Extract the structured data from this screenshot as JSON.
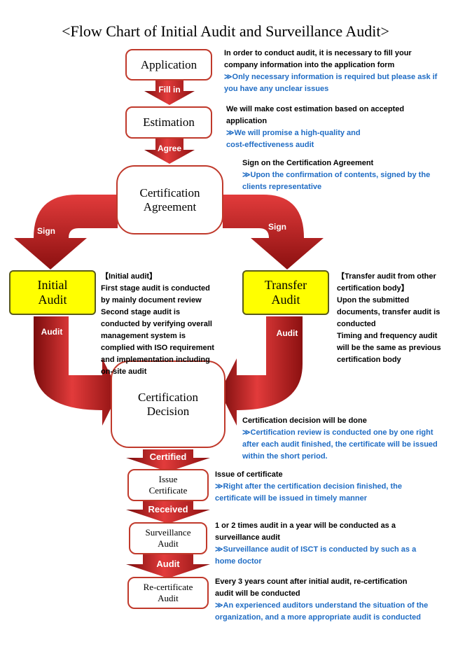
{
  "title": "<Flow Chart of Initial Audit and Surveillance Audit>",
  "boxes": {
    "application": "Application",
    "estimation": "Estimation",
    "agreement": "Certification\nAgreement",
    "initial": "Initial\nAudit",
    "transfer": "Transfer\nAudit",
    "decision": "Certification\nDecision",
    "issue": "Issue\nCertificate",
    "surveillance": "Surveillance\nAudit",
    "recert": "Re-certificate\nAudit"
  },
  "arrows": {
    "fill_in": "Fill in",
    "agree": "Agree",
    "sign_left": "Sign",
    "sign_right": "Sign",
    "audit_left": "Audit",
    "audit_right": "Audit",
    "certified": "Certified",
    "received": "Received",
    "audit_bottom": "Audit"
  },
  "notes": {
    "application": {
      "main": "In order to conduct audit, it is necessary to fill your\n  company information into the application form",
      "sub": "≫Only necessary information is required but please ask if you have any unclear issues"
    },
    "estimation": {
      "main": "We will make cost estimation based on accepted application",
      "sub": "≫We will promise a high-quality and\ncost-effectiveness audit"
    },
    "agreement": {
      "main": "Sign on the Certification Agreement",
      "sub": "≫Upon the confirmation of contents, signed by the clients representative"
    },
    "initial": {
      "main": "【Initial audit】\nFirst stage audit is conducted by mainly document review\nSecond stage audit is conducted by verifying overall management system is complied with ISO requirement and implementation including on-site audit"
    },
    "transfer": {
      "main": "【Transfer audit from other certification body】\nUpon the submitted documents, transfer audit is conducted\nTiming and frequency audit will be the same as previous certification body"
    },
    "decision": {
      "main": "Certification decision will be done",
      "sub": "≫Certification review is conducted one by one right after each audit finished, the certificate will be issued within the short period."
    },
    "issue": {
      "main": "Issue of certificate",
      "sub": "≫Right after the certification decision finished, the certificate will be issued in timely manner"
    },
    "surveillance": {
      "main": "1 or 2 times audit in a year will be conducted as a surveillance audit",
      "sub": "≫Surveillance audit of ISCT is conducted by such as a home doctor"
    },
    "recert": {
      "main": "Every 3 years count after initial audit, re-certification\n  audit will be conducted",
      "sub": "≫An experienced auditors understand the situation of the organization, and a more appropriate audit is conducted"
    }
  },
  "colors": {
    "arrow_red": "#c41a1a",
    "box_border": "#c0392b",
    "highlight_yellow": "#ffff00",
    "note_blue": "#1f6cc4"
  }
}
